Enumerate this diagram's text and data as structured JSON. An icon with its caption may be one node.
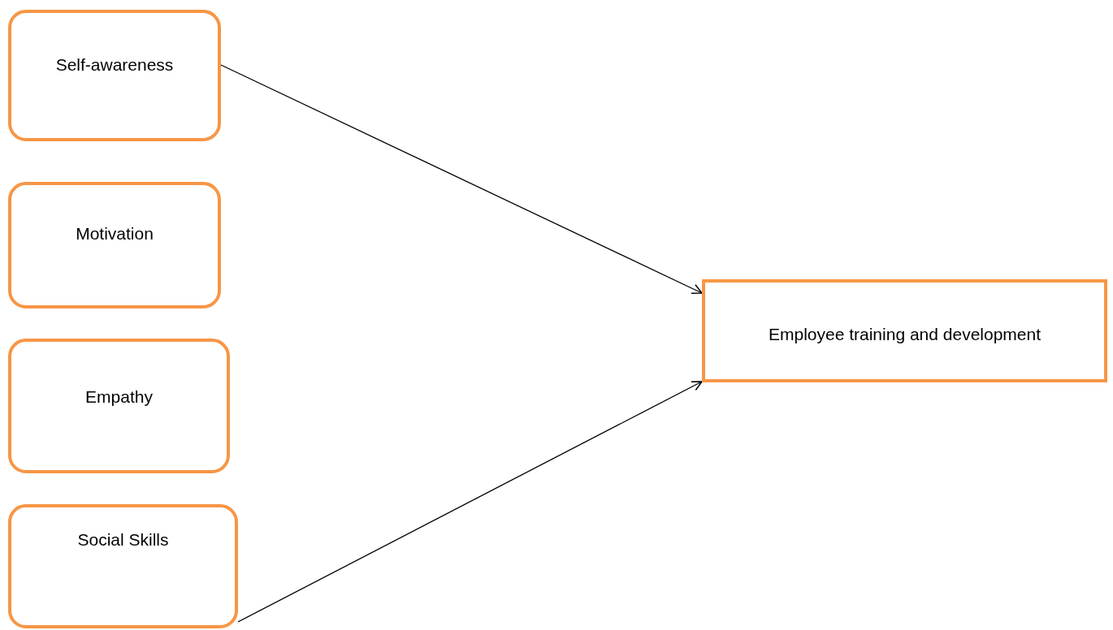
{
  "diagram": {
    "nodes": [
      {
        "text": [
          "Self-awareness"
        ]
      },
      {
        "text": [
          "Motivation"
        ]
      },
      {
        "text": [
          "Empathy"
        ]
      },
      {
        "text": [
          "Social Skills"
        ]
      },
      {
        "text": [
          "Employee training and development"
        ]
      }
    ],
    "edges": [
      {
        "from": 0,
        "to": 4,
        "arrow": "to"
      },
      {
        "from": 3,
        "to": 4,
        "arrow": "to"
      }
    ]
  }
}
